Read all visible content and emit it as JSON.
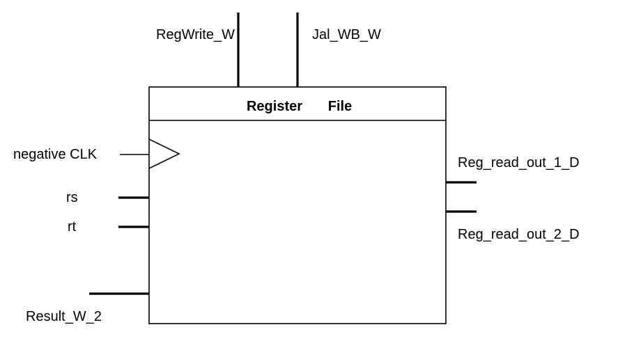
{
  "block": {
    "title_left": "Register",
    "title_right": "File"
  },
  "inputs_top": {
    "regwrite": "RegWrite_W",
    "jal": "Jal_WB_W"
  },
  "inputs_left": {
    "clock": "negative CLK",
    "rs": "rs",
    "rt": "rt",
    "result": "Result_W_2"
  },
  "outputs_right": {
    "out1": "Reg_read_out_1_D",
    "out2": "Reg_read_out_2_D"
  }
}
